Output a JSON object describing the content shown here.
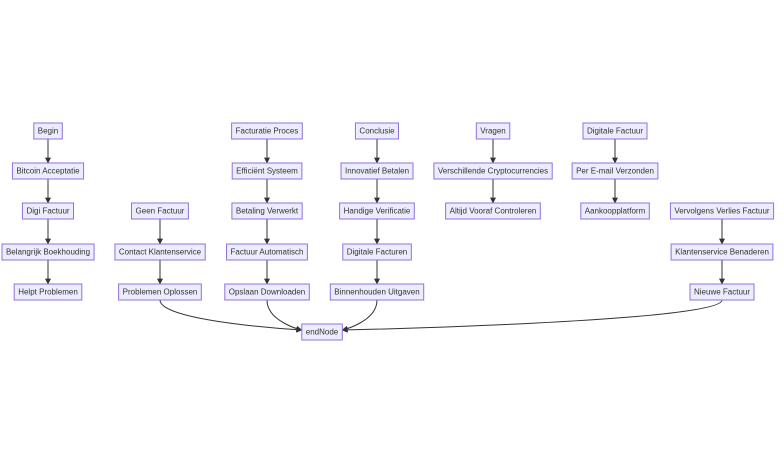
{
  "diagram": {
    "type": "flowchart",
    "nodes": [
      {
        "id": "begin",
        "label": "Begin"
      },
      {
        "id": "bitcoin",
        "label": "Bitcoin Acceptatie"
      },
      {
        "id": "digi",
        "label": "Digi Factuur"
      },
      {
        "id": "boekhouding",
        "label": "Belangrijk Boekhouding"
      },
      {
        "id": "helpt",
        "label": "Helpt Problemen"
      },
      {
        "id": "geen",
        "label": "Geen Factuur"
      },
      {
        "id": "contact",
        "label": "Contact Klantenservice"
      },
      {
        "id": "oplossen",
        "label": "Problemen Oplossen"
      },
      {
        "id": "facturatie",
        "label": "Facturatie Proces"
      },
      {
        "id": "efficient",
        "label": "Efficiënt Systeem"
      },
      {
        "id": "betaling",
        "label": "Betaling Verwerkt"
      },
      {
        "id": "automatisch",
        "label": "Factuur Automatisch"
      },
      {
        "id": "opslaan",
        "label": "Opslaan Downloaden"
      },
      {
        "id": "conclusie",
        "label": "Conclusie"
      },
      {
        "id": "innovatief",
        "label": "Innovatief Betalen"
      },
      {
        "id": "handige",
        "label": "Handige Verificatie"
      },
      {
        "id": "digitale",
        "label": "Digitale Facturen"
      },
      {
        "id": "binnenhouden",
        "label": "Binnenhouden Uitgaven"
      },
      {
        "id": "vragen",
        "label": "Vragen"
      },
      {
        "id": "crypto",
        "label": "Verschillende Cryptocurrencies"
      },
      {
        "id": "vooraf",
        "label": "Altijd Vooraf Controleren"
      },
      {
        "id": "digfactuur",
        "label": "Digitale Factuur"
      },
      {
        "id": "email",
        "label": "Per E-mail Verzonden"
      },
      {
        "id": "aankoop",
        "label": "Aankoopplatform"
      },
      {
        "id": "verlies",
        "label": "Vervolgens Verlies Factuur"
      },
      {
        "id": "klantenservice",
        "label": "Klantenservice Benaderen"
      },
      {
        "id": "nieuwe",
        "label": "Nieuwe Factuur"
      },
      {
        "id": "end",
        "label": "endNode"
      }
    ],
    "edges": [
      {
        "from": "begin",
        "to": "bitcoin"
      },
      {
        "from": "bitcoin",
        "to": "digi"
      },
      {
        "from": "digi",
        "to": "boekhouding"
      },
      {
        "from": "boekhouding",
        "to": "helpt"
      },
      {
        "from": "geen",
        "to": "contact"
      },
      {
        "from": "contact",
        "to": "oplossen"
      },
      {
        "from": "facturatie",
        "to": "efficient"
      },
      {
        "from": "efficient",
        "to": "betaling"
      },
      {
        "from": "betaling",
        "to": "automatisch"
      },
      {
        "from": "automatisch",
        "to": "opslaan"
      },
      {
        "from": "conclusie",
        "to": "innovatief"
      },
      {
        "from": "innovatief",
        "to": "handige"
      },
      {
        "from": "handige",
        "to": "digitale"
      },
      {
        "from": "digitale",
        "to": "binnenhouden"
      },
      {
        "from": "vragen",
        "to": "crypto"
      },
      {
        "from": "crypto",
        "to": "vooraf"
      },
      {
        "from": "digfactuur",
        "to": "email"
      },
      {
        "from": "email",
        "to": "aankoop"
      },
      {
        "from": "verlies",
        "to": "klantenservice"
      },
      {
        "from": "klantenservice",
        "to": "nieuwe"
      },
      {
        "from": "oplossen",
        "to": "end"
      },
      {
        "from": "opslaan",
        "to": "end"
      },
      {
        "from": "binnenhouden",
        "to": "end"
      },
      {
        "from": "nieuwe",
        "to": "end"
      }
    ],
    "colors": {
      "node_fill": "#ececff",
      "node_stroke": "#9370db",
      "edge": "#333333",
      "text": "#333333"
    }
  }
}
